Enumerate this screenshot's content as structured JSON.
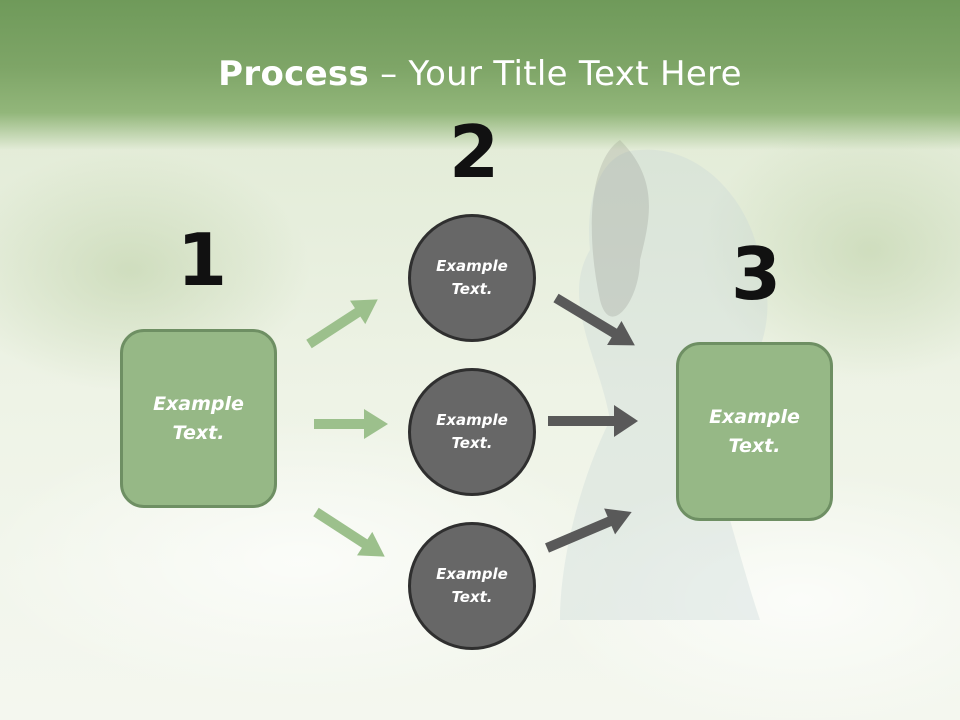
{
  "slide": {
    "title_bold": "Process",
    "title_rest": " – Your Title Text Here",
    "numbers": [
      "1",
      "2",
      "3"
    ],
    "left_box": "Example\nText.",
    "circles": [
      "Example\nText.",
      "Example\nText.",
      "Example\nText."
    ],
    "right_box": "Example\nText.",
    "colors": {
      "header_green": "#7ea567",
      "box_fill": "#96b886",
      "box_border": "#6e8f63",
      "circle_fill": "#676767",
      "green_arrow": "#9cc08c",
      "gray_arrow": "#595959"
    }
  }
}
